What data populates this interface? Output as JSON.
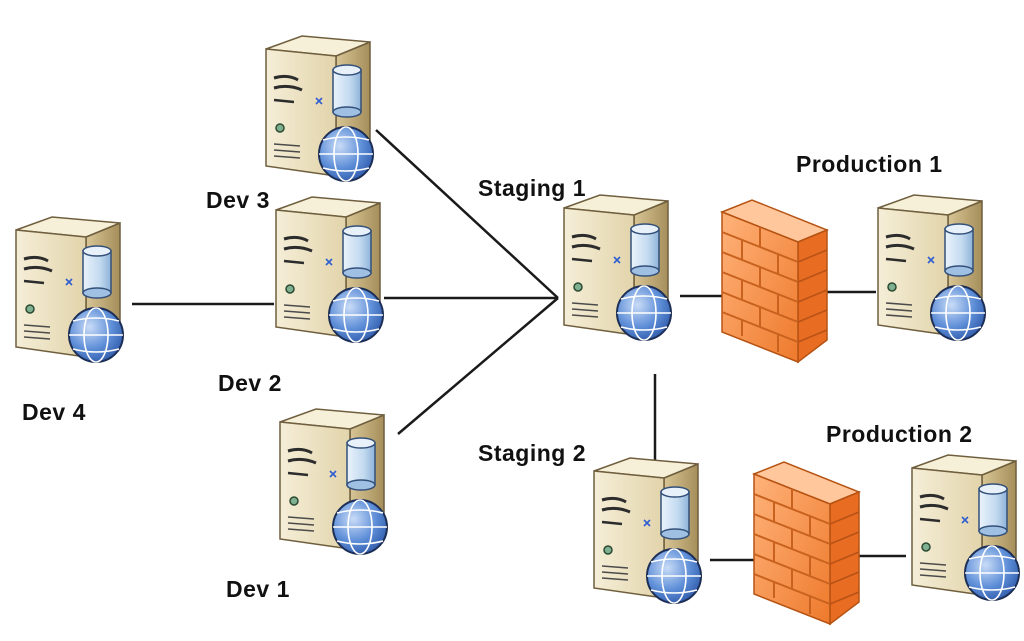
{
  "diagram": {
    "colors": {
      "connector": "#1a1a1a",
      "server_body": "#efe5c8",
      "server_side": "#b9a374",
      "server_top": "#f8f1dc",
      "database": "#cfe3f5",
      "globe": "#3f73c7",
      "firewall": "#f08a3c"
    },
    "labels": {
      "dev1": "Dev 1",
      "dev2": "Dev 2",
      "dev3": "Dev 3",
      "dev4": "Dev 4",
      "staging1": "Staging 1",
      "staging2": "Staging 2",
      "production1": "Production 1",
      "production2": "Production 2"
    },
    "nodes": [
      {
        "id": "dev3",
        "type": "server-icon"
      },
      {
        "id": "dev2",
        "type": "server-icon"
      },
      {
        "id": "dev4",
        "type": "server-icon"
      },
      {
        "id": "dev1",
        "type": "server-icon"
      },
      {
        "id": "staging1",
        "type": "server-icon"
      },
      {
        "id": "staging2",
        "type": "server-icon"
      },
      {
        "id": "production1",
        "type": "server-icon"
      },
      {
        "id": "production2",
        "type": "server-icon"
      },
      {
        "id": "firewall1",
        "type": "firewall-icon"
      },
      {
        "id": "firewall2",
        "type": "firewall-icon"
      }
    ],
    "connections": [
      {
        "from": "dev3",
        "to": "staging1"
      },
      {
        "from": "dev2",
        "to": "staging1"
      },
      {
        "from": "dev1",
        "to": "staging1"
      },
      {
        "from": "dev4",
        "to": "dev2"
      },
      {
        "from": "staging1",
        "to": "firewall1"
      },
      {
        "from": "firewall1",
        "to": "production1"
      },
      {
        "from": "staging1",
        "to": "staging2"
      },
      {
        "from": "staging2",
        "to": "firewall2"
      },
      {
        "from": "firewall2",
        "to": "production2"
      }
    ]
  }
}
